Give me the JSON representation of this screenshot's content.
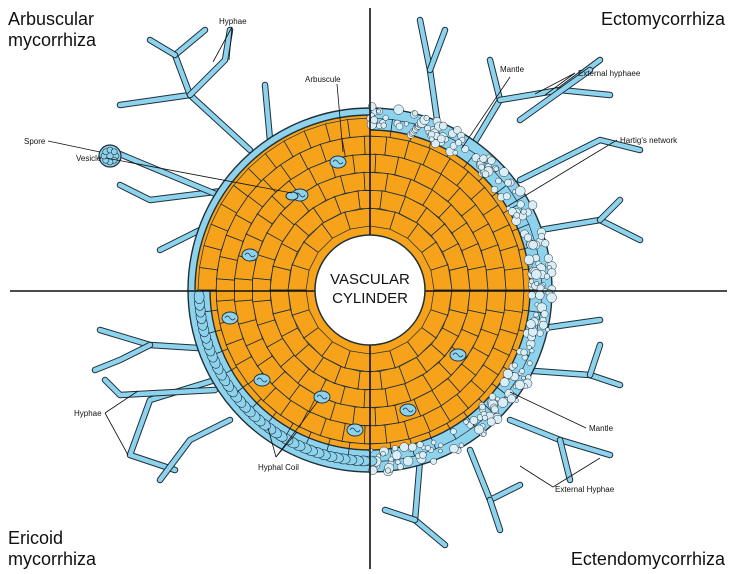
{
  "quadrants": {
    "arbuscular": "Arbuscular\nmycorrhiza",
    "ecto": "Ectomycorrhiza",
    "ericoid": "Ericoid\nmycorrhiza",
    "ectendo": "Ectendomycorrhiza"
  },
  "center": {
    "line1": "VASCULAR",
    "line2": "CYLINDER"
  },
  "labels": {
    "hyphae_top": "Hyphae",
    "arbuscule": "Arbuscule",
    "spore": "Spore",
    "vesicle": "Vesicle",
    "mantle_top": "Mantle",
    "external_hyphaee": "External hyphaee",
    "hartigs_network": "Hartig's network",
    "hyphae_left": "Hyphae",
    "hyphal_coil": "Hyphal Coil",
    "mantle_bottom": "Mantle",
    "external_hyphae_bottom": "External Hyphae"
  },
  "colors": {
    "cortex": "#F6A21B",
    "fungus": "#8ED3EE",
    "outline": "#1f2f38",
    "background": "#ffffff"
  }
}
